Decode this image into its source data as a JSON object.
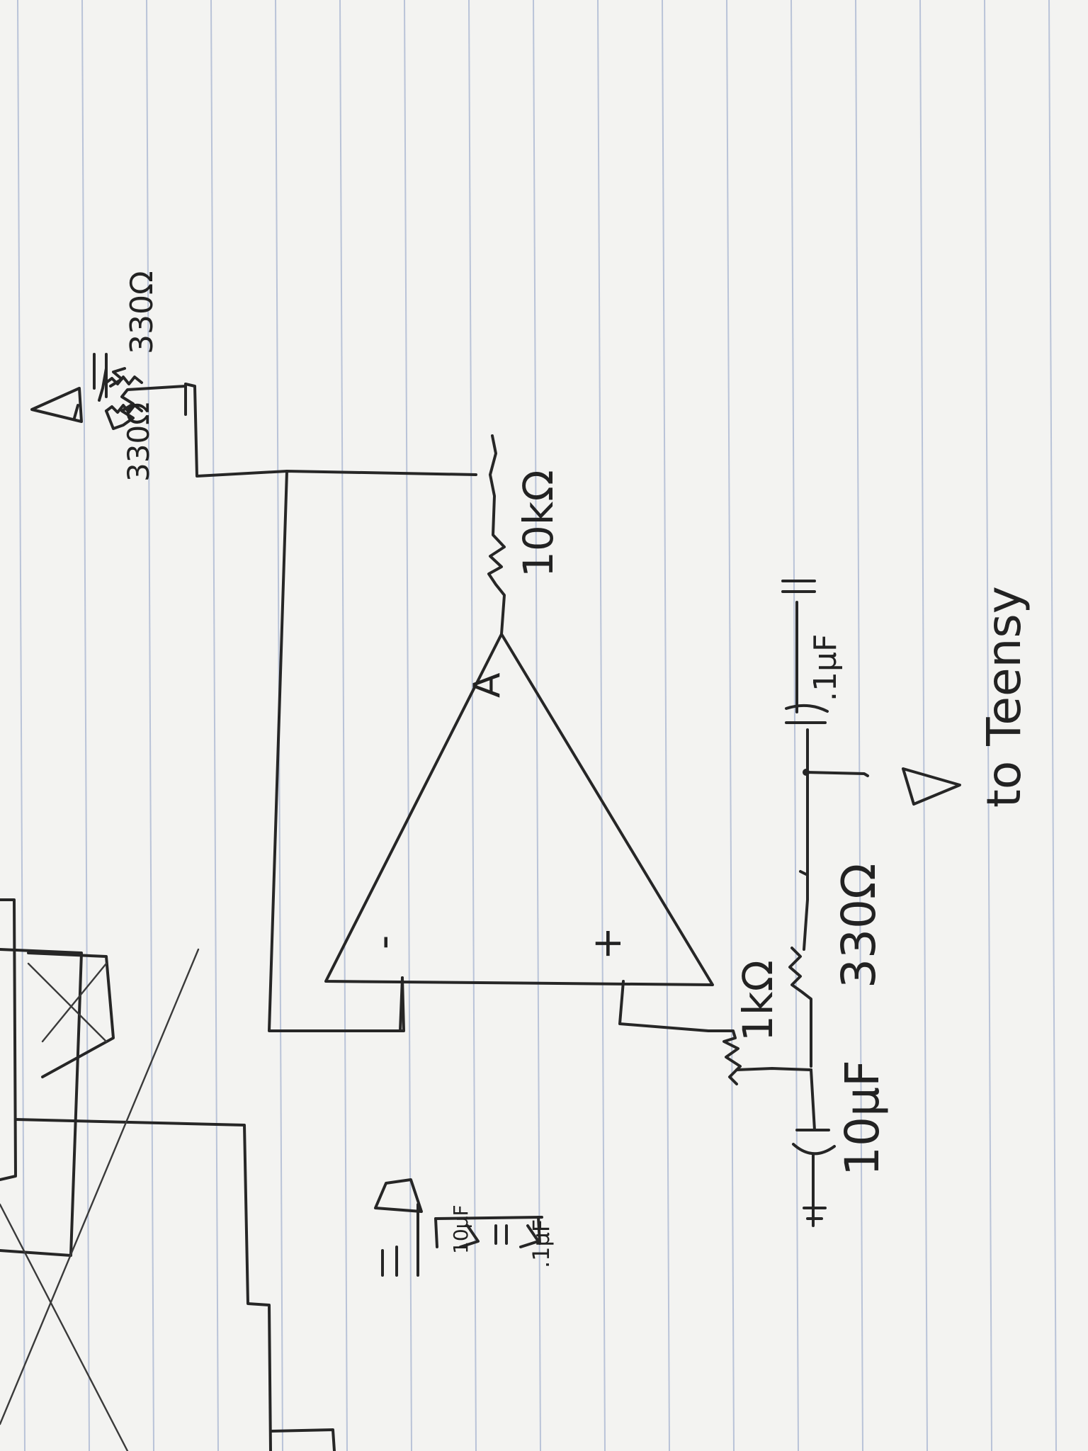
{
  "paper": {
    "background": "#f3f3f1",
    "rule_color": "#b9c3d8",
    "ink_color": "#262626"
  },
  "labels": {
    "opamp": "A",
    "minus_input": "-",
    "plus_input": "+",
    "feedback_resistor": "10kΩ",
    "divider_resistor_a": "330Ω",
    "divider_resistor_b": "330Ω",
    "input_resistor": "1kΩ",
    "filter_resistor": "330Ω",
    "output_cap": ".1μF",
    "input_cap": "10μF",
    "supply_cap_large": "10μF",
    "supply_cap_small": ".1μF",
    "output_destination": "to Teensy"
  }
}
